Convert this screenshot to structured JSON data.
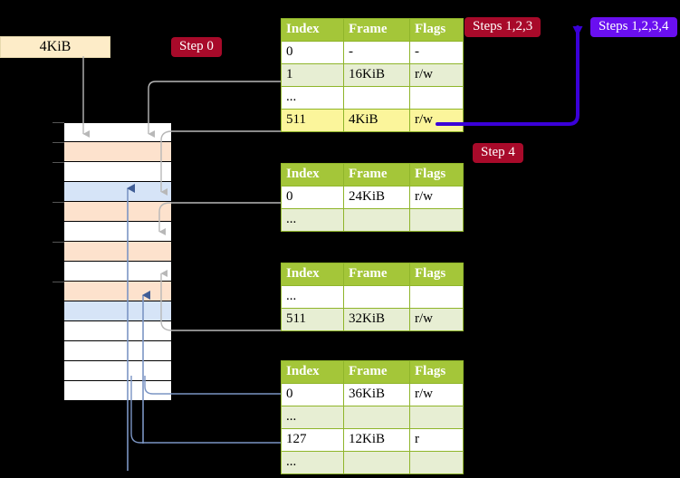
{
  "labels": {
    "size_box": "4KiB",
    "step0": "Step 0",
    "step4": "Step 4",
    "steps123": "Steps 1,2,3",
    "steps1234": "Steps 1,2,3,4"
  },
  "colors": {
    "badge_red": "#a80a2a",
    "badge_purple": "#6a0ff0",
    "table_header": "#a4c639",
    "table_alt_row": "#e7eed3",
    "highlight": "#fbf59b",
    "mem_peach": "#fde2cd",
    "mem_blue": "#d6e4f7",
    "size_box": "#fdecc8",
    "connector_gray": "#b0b0b0",
    "connector_blue": "#7b95c4"
  },
  "memory": {
    "rows": [
      {
        "fill": "white"
      },
      {
        "fill": "peach"
      },
      {
        "fill": "white"
      },
      {
        "fill": "blue"
      },
      {
        "fill": "peach"
      },
      {
        "fill": "white"
      },
      {
        "fill": "peach"
      },
      {
        "fill": "white"
      },
      {
        "fill": "peach"
      },
      {
        "fill": "blue"
      },
      {
        "fill": "white"
      },
      {
        "fill": "white"
      },
      {
        "fill": "white"
      },
      {
        "fill": "white"
      }
    ]
  },
  "tables": [
    {
      "name": "page-table-level-0",
      "columns": [
        "Index",
        "Frame",
        "Flags"
      ],
      "rows": [
        {
          "cells": [
            "0",
            "-",
            "-"
          ],
          "style": "plain",
          "highlight": [
            false,
            false,
            false
          ]
        },
        {
          "cells": [
            "1",
            "16KiB",
            "r/w"
          ],
          "style": "alt",
          "highlight": [
            false,
            false,
            false
          ]
        },
        {
          "cells": [
            "...",
            "",
            ""
          ],
          "style": "plain",
          "highlight": [
            false,
            false,
            false
          ]
        },
        {
          "cells": [
            "511",
            "4KiB",
            "r/w"
          ],
          "style": "alt",
          "highlight": [
            true,
            true,
            true
          ]
        }
      ]
    },
    {
      "name": "page-table-level-1",
      "columns": [
        "Index",
        "Frame",
        "Flags"
      ],
      "rows": [
        {
          "cells": [
            "0",
            "24KiB",
            "r/w"
          ],
          "style": "plain",
          "highlight": [
            false,
            false,
            false
          ]
        },
        {
          "cells": [
            "...",
            "",
            ""
          ],
          "style": "alt",
          "highlight": [
            false,
            false,
            false
          ]
        }
      ]
    },
    {
      "name": "page-table-level-2",
      "columns": [
        "Index",
        "Frame",
        "Flags"
      ],
      "rows": [
        {
          "cells": [
            "...",
            "",
            ""
          ],
          "style": "plain",
          "highlight": [
            false,
            false,
            false
          ]
        },
        {
          "cells": [
            "511",
            "32KiB",
            "r/w"
          ],
          "style": "alt",
          "highlight": [
            false,
            false,
            false
          ]
        }
      ]
    },
    {
      "name": "page-table-level-3",
      "columns": [
        "Index",
        "Frame",
        "Flags"
      ],
      "rows": [
        {
          "cells": [
            "0",
            "36KiB",
            "r/w"
          ],
          "style": "plain",
          "highlight": [
            false,
            false,
            false
          ]
        },
        {
          "cells": [
            "...",
            "",
            ""
          ],
          "style": "alt",
          "highlight": [
            false,
            false,
            false
          ]
        },
        {
          "cells": [
            "127",
            "12KiB",
            "r"
          ],
          "style": "plain",
          "highlight": [
            false,
            false,
            false
          ]
        },
        {
          "cells": [
            "...",
            "",
            ""
          ],
          "style": "alt",
          "highlight": [
            false,
            false,
            false
          ]
        }
      ]
    }
  ]
}
